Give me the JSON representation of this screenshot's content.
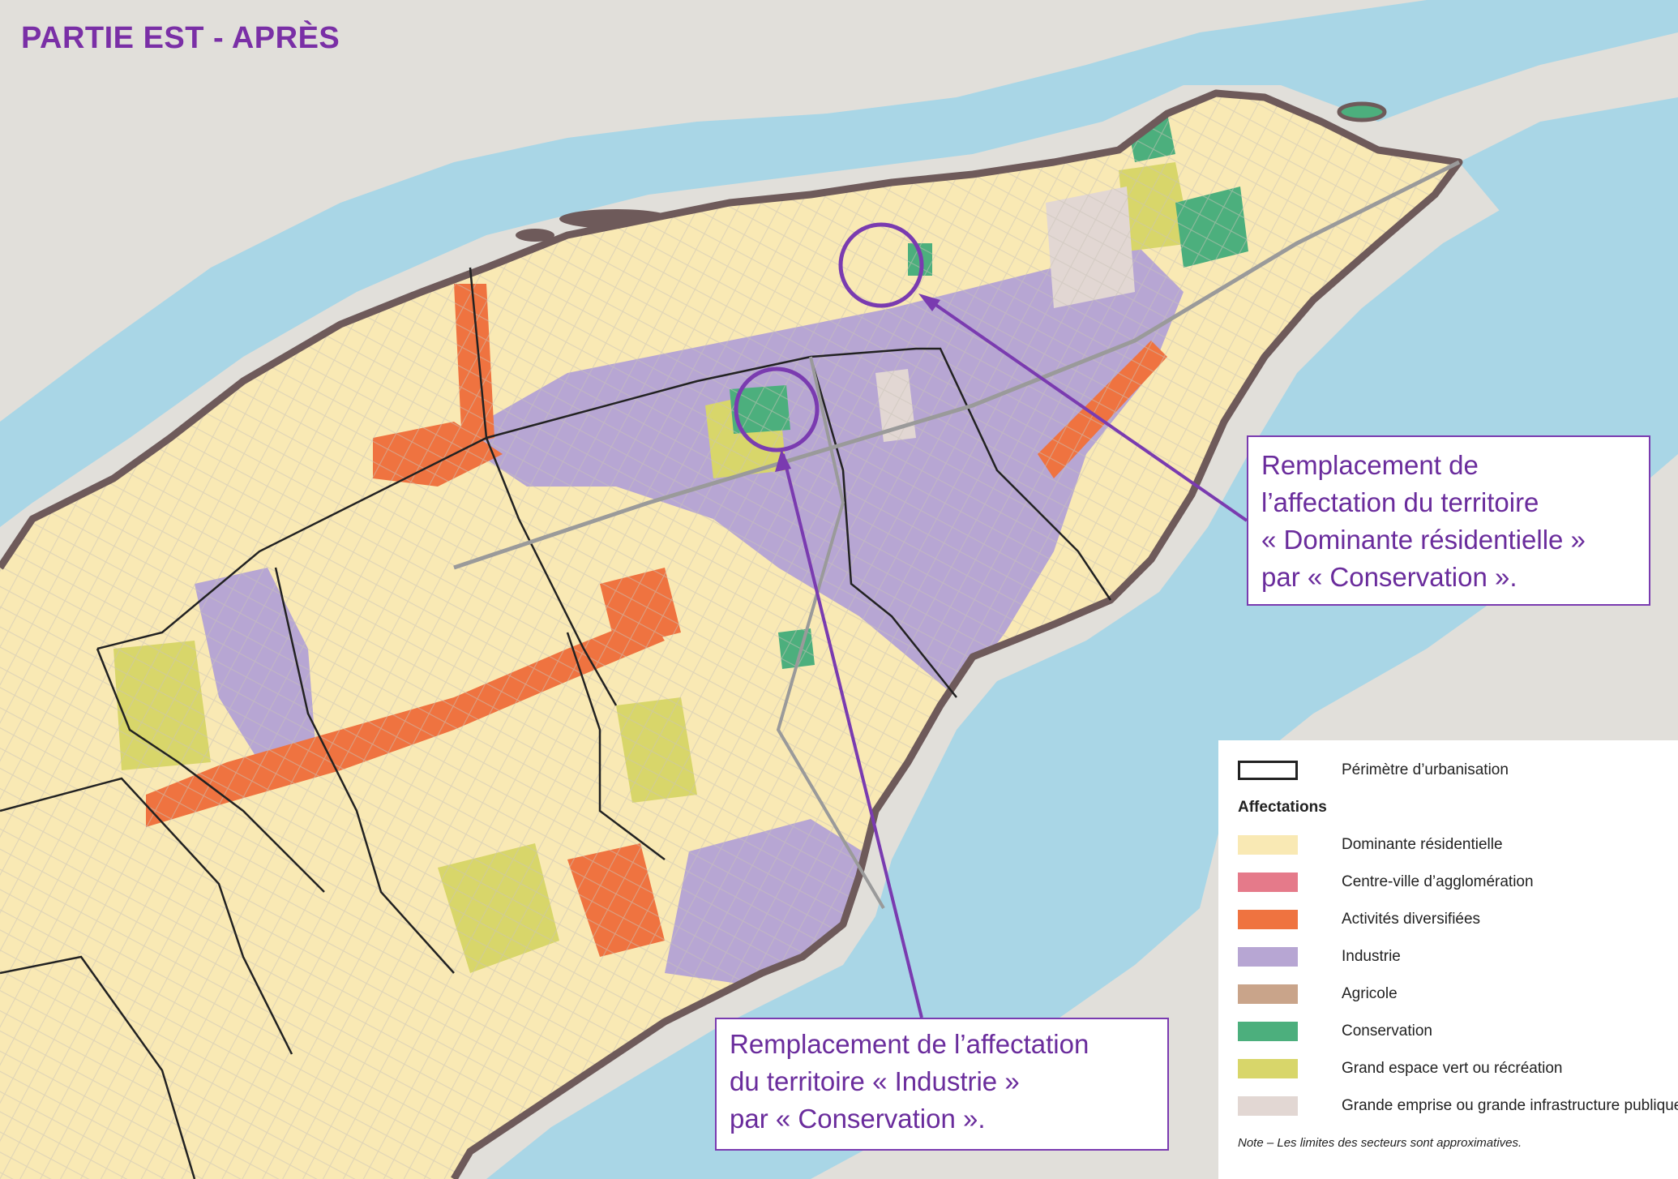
{
  "title": "PARTIE EST - APRÈS",
  "callouts": {
    "top": {
      "lines": [
        "Remplacement de",
        "l’affectation du territoire",
        "« Dominante résidentielle »",
        "par « Conservation »."
      ]
    },
    "bottom": {
      "lines": [
        "Remplacement de l’affectation",
        "du territoire  « Industrie »",
        "par « Conservation »."
      ]
    }
  },
  "legend": {
    "perimeter_label": "Périmètre d’urbanisation",
    "heading": "Affectations",
    "items": [
      {
        "label": "Dominante résidentielle",
        "color": "#f9e9b4"
      },
      {
        "label": "Centre-ville d’agglomération",
        "color": "#e57a8a"
      },
      {
        "label": "Activités diversifiées",
        "color": "#ef7340"
      },
      {
        "label": "Industrie",
        "color": "#b7a6d3"
      },
      {
        "label": "Agricole",
        "color": "#c9a48a"
      },
      {
        "label": "Conservation",
        "color": "#4caf7d"
      },
      {
        "label": "Grand espace vert ou récréation",
        "color": "#d8d66a"
      },
      {
        "label": "Grande emprise ou grande infrastructure publique",
        "color": "#e2d7d3"
      }
    ],
    "note": "Note – Les limites des secteurs sont approximatives."
  },
  "colors": {
    "land_background": "#e1dfda",
    "water": "#a9d6e6",
    "shoreline": "#6e5a5a",
    "accent_purple": "#7a3bb0"
  }
}
